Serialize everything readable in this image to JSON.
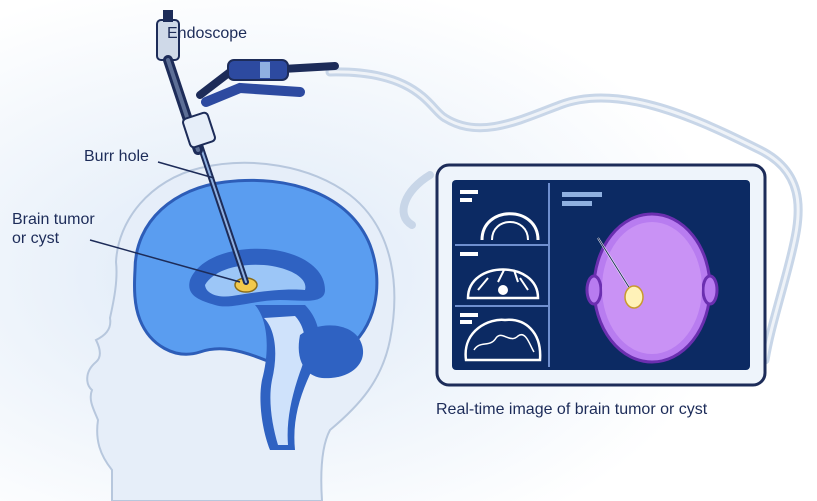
{
  "labels": {
    "endoscope": "Endoscope",
    "burr_hole": "Burr hole",
    "brain_tumor_line1": "Brain tumor",
    "brain_tumor_line2": "or cyst",
    "realtime_caption": "Real-time image of brain tumor or cyst"
  },
  "colors": {
    "ink": "#1d2c59",
    "skin": "#e8f1fb",
    "skin_outline": "#b9c9dd",
    "brain": "#5b9ef0",
    "brain_dark": "#2d5db8",
    "tumor": "#f2c94c",
    "monitor_frame": "#eef4fb",
    "monitor_screen": "#0c2a63",
    "scan_head": "#b87cf0"
  },
  "icons": {
    "endoscope": "endoscope-device-icon",
    "monitor": "monitor-icon"
  }
}
